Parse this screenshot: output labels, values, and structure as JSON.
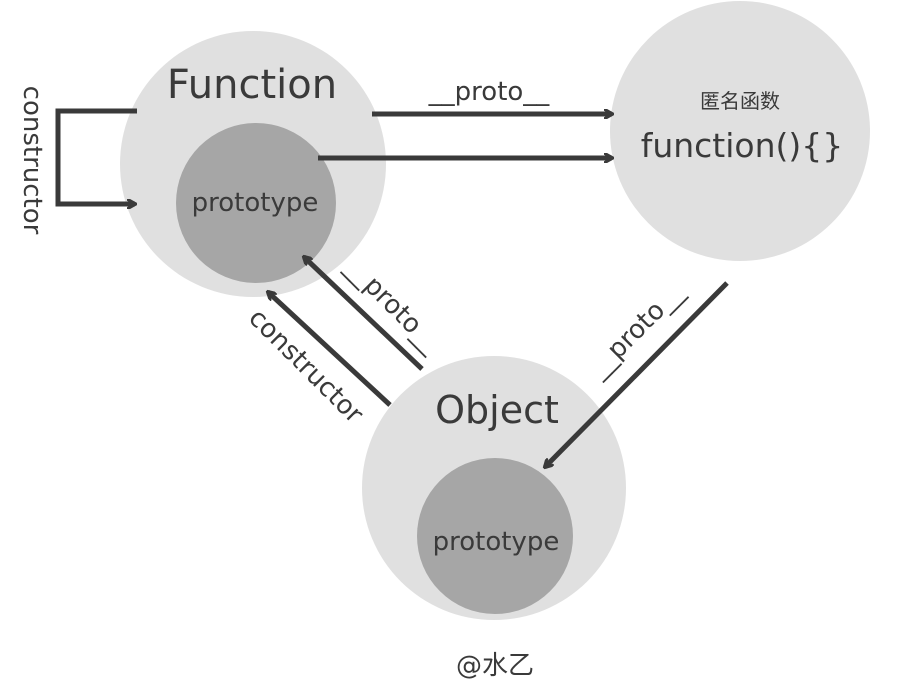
{
  "diagram": {
    "nodes": {
      "function": {
        "title": "Function",
        "inner": "prototype"
      },
      "anon": {
        "subtitle": "匿名函数",
        "title": "function(){}"
      },
      "object": {
        "title": "Object",
        "inner": "prototype"
      }
    },
    "edges": {
      "function_self_constructor": "constructor",
      "function_to_anon_proto": "__proto__",
      "anon_to_object_proto": "__proto__",
      "object_to_function_proto": "__proto__",
      "object_to_function_constructor": "constructor"
    },
    "colors": {
      "outer_circle": "#e0e0e0",
      "inner_circle": "#a6a6a6",
      "arrow": "#3a3a3a",
      "text": "#3a3a3a"
    }
  },
  "watermark": "@水乙"
}
